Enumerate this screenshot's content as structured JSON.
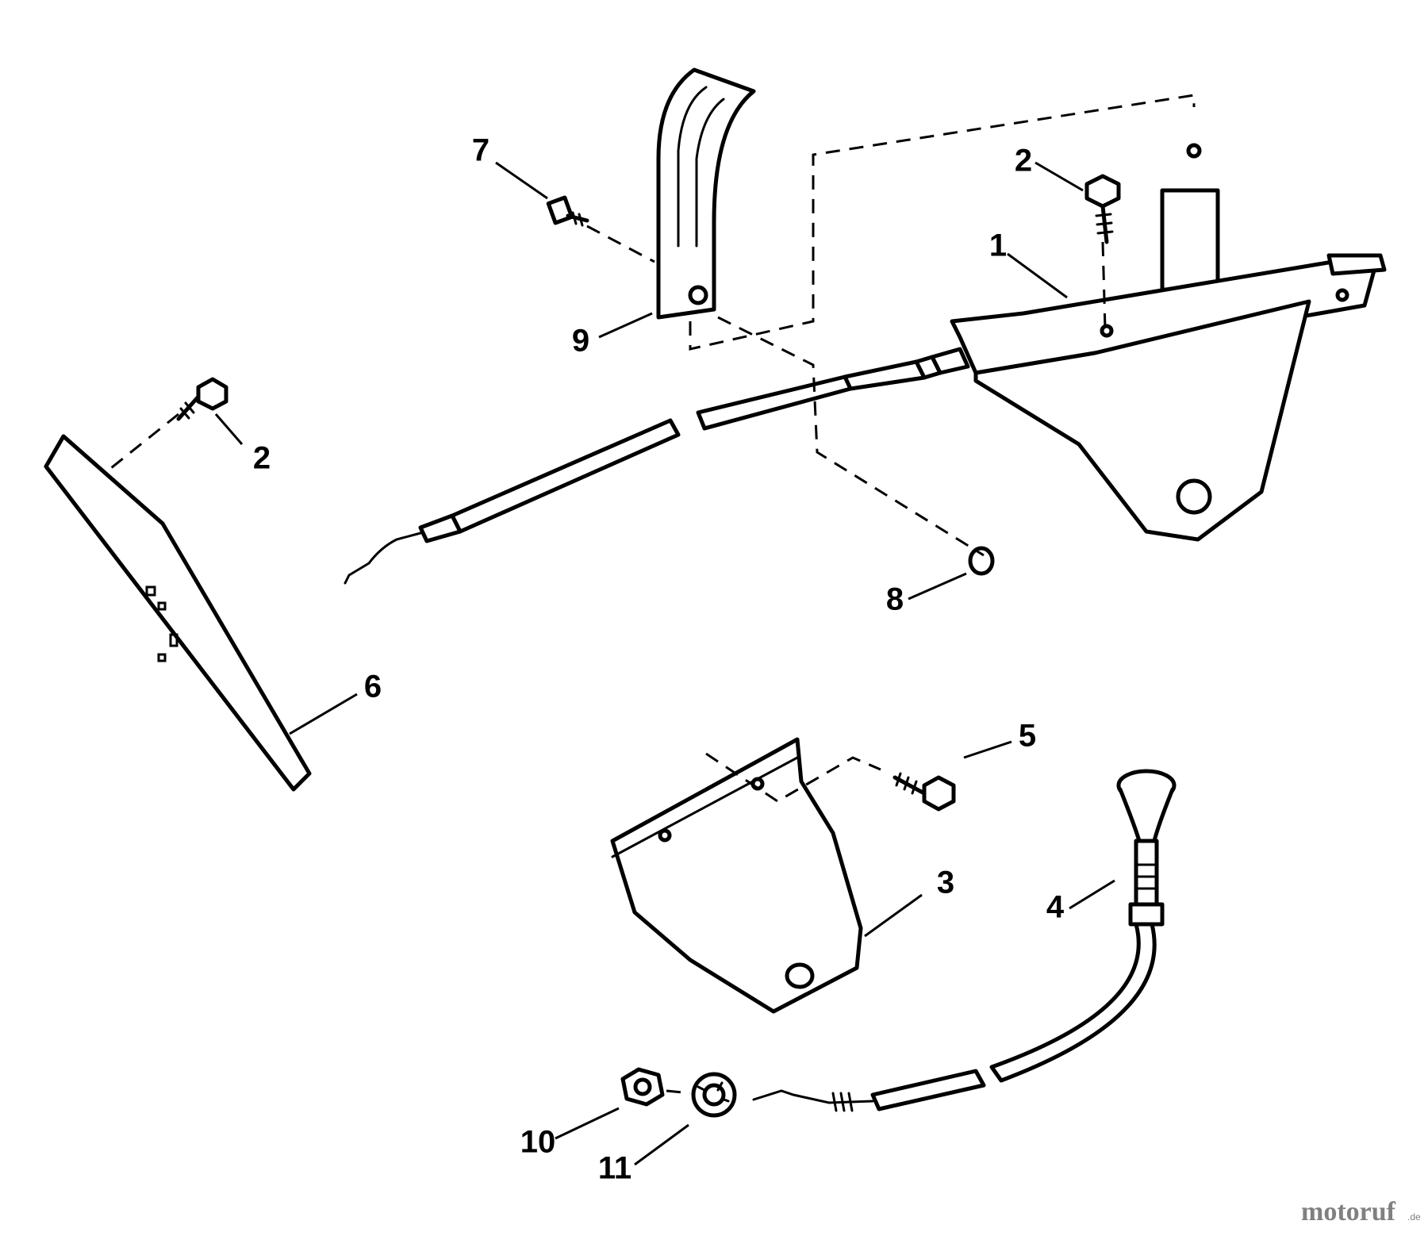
{
  "diagram": {
    "callouts": [
      "7",
      "2",
      "1",
      "9",
      "2",
      "8",
      "6",
      "5",
      "3",
      "4",
      "10",
      "11"
    ]
  },
  "watermark": {
    "text": "motoruf",
    "suffix": ".de",
    "colors": {
      "m": "#9b59b6",
      "o1": "#e74c3c",
      "t": "#f39c12",
      "o2": "#27ae60",
      "r": "#2980b9",
      "u": "#c0392b",
      "f": "#16a085"
    }
  }
}
